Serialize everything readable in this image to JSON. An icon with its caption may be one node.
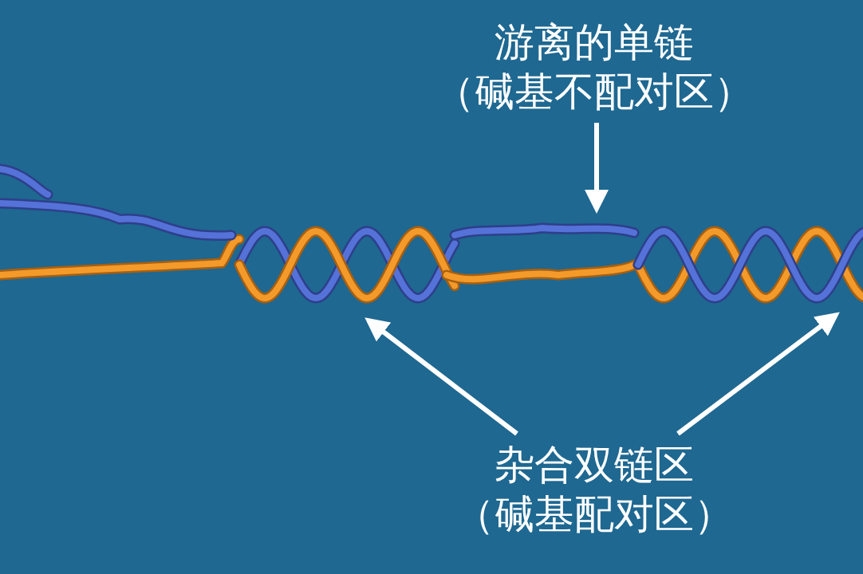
{
  "diagram": {
    "nodes": [
      {
        "text": [
          "游离的单链",
          "（碱基不配对区）"
        ]
      },
      {
        "text": [
          "杂合双链区",
          "（碱基配对区）"
        ]
      }
    ],
    "edges": [
      {
        "from": 0,
        "to": null,
        "arrow": "to"
      },
      {
        "from": 1,
        "to": null,
        "arrow": "to"
      },
      {
        "from": 1,
        "to": null,
        "arrow": "to"
      }
    ]
  }
}
